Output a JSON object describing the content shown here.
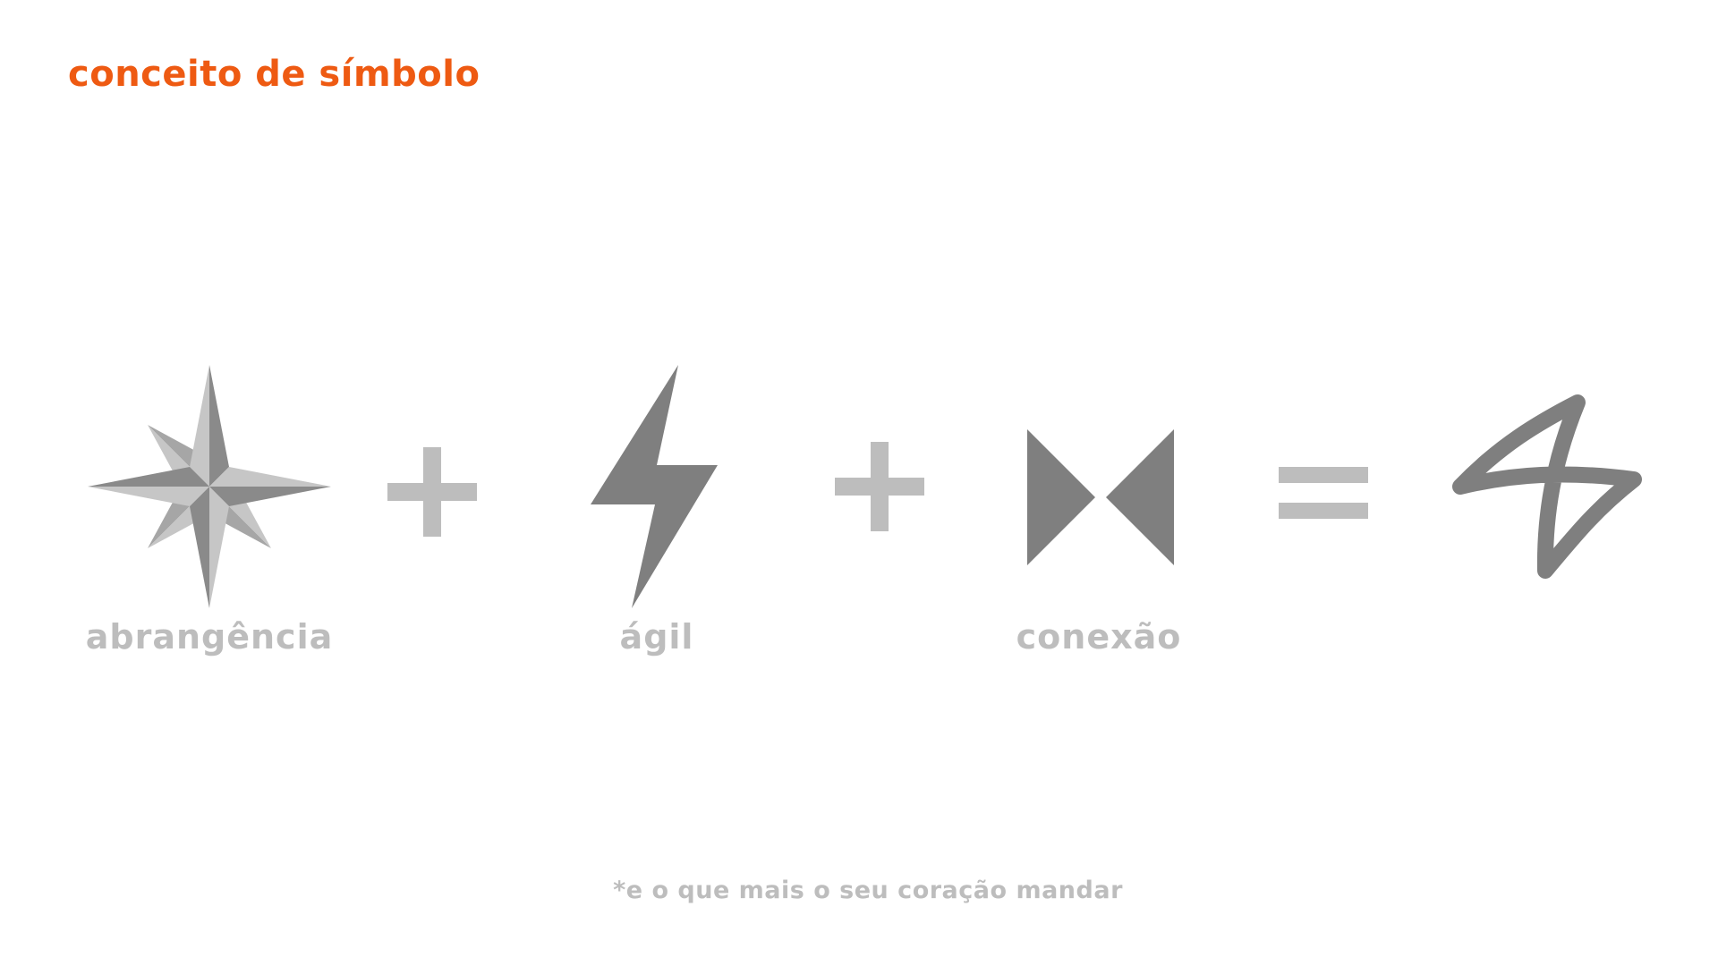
{
  "title": "conceito de símbolo",
  "concepts": [
    {
      "label": "abrangência",
      "icon": "compass-rose-icon"
    },
    {
      "label": "ágil",
      "icon": "lightning-bolt-icon"
    },
    {
      "label": "conexão",
      "icon": "bowtie-icon"
    }
  ],
  "operators": [
    "+",
    "+",
    "="
  ],
  "result_icon": "brand-symbol-icon",
  "footnote": "*e o que mais o seu coração mandar",
  "colors": {
    "accent": "#EE5A12",
    "icon_dark": "#7F7F7F",
    "icon_light": "#BDBDBD",
    "label": "#BDBDBD"
  }
}
